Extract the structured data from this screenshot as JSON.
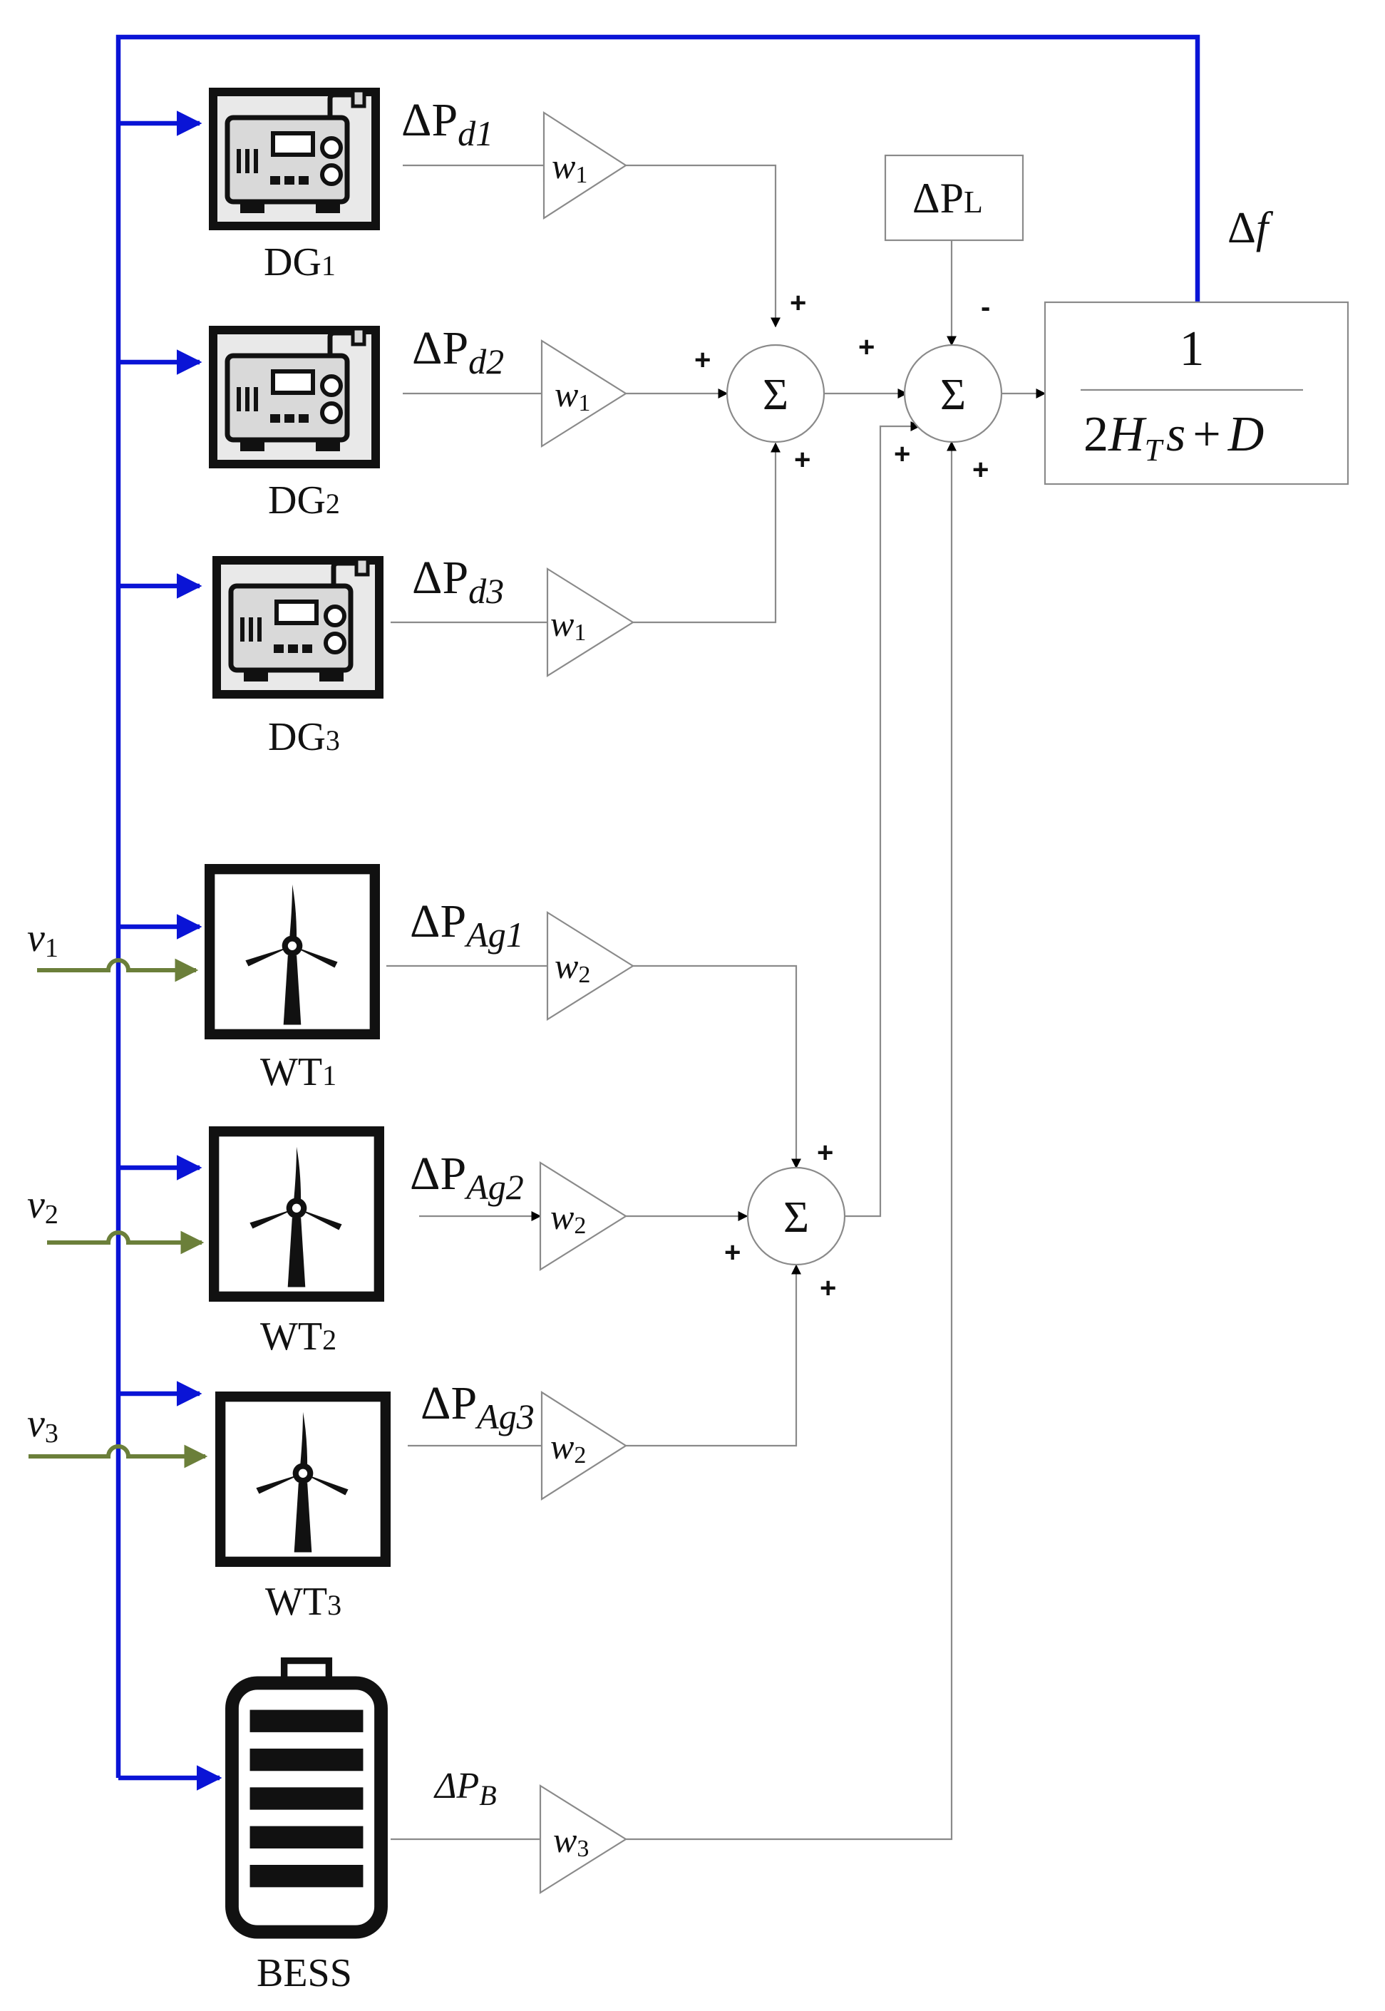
{
  "colors": {
    "feedback_bus": "#0a14d6",
    "wind_input": "#6b7f3a",
    "signal_wire": "#8a8a8a"
  },
  "blocks": {
    "dg1": {
      "label_main": "DG",
      "label_sub": "1",
      "icon": "diesel-generator-icon"
    },
    "dg2": {
      "label_main": "DG",
      "label_sub": "2",
      "icon": "diesel-generator-icon"
    },
    "dg3": {
      "label_main": "DG",
      "label_sub": "3",
      "icon": "diesel-generator-icon"
    },
    "wt1": {
      "label_main": "WT",
      "label_sub": "1",
      "icon": "wind-turbine-icon"
    },
    "wt2": {
      "label_main": "WT",
      "label_sub": "2",
      "icon": "wind-turbine-icon"
    },
    "wt3": {
      "label_main": "WT",
      "label_sub": "3",
      "icon": "wind-turbine-icon"
    },
    "bess": {
      "label": "BESS",
      "icon": "battery-icon"
    }
  },
  "signals": {
    "pd1": {
      "base": "ΔP",
      "sub": "d1"
    },
    "pd2": {
      "base": "ΔP",
      "sub": "d2"
    },
    "pd3": {
      "base": "ΔP",
      "sub": "d3"
    },
    "pag1": {
      "base": "ΔP",
      "sub": "Ag1"
    },
    "pag2": {
      "base": "ΔP",
      "sub": "Ag2"
    },
    "pag3": {
      "base": "ΔP",
      "sub": "Ag3"
    },
    "pb": {
      "base": "ΔP",
      "sub": "B"
    },
    "load": {
      "base": "ΔP",
      "sub": "L"
    },
    "freq": {
      "delta": "Δ",
      "var": "f"
    }
  },
  "gains": {
    "w1": {
      "var": "w",
      "sub": "1"
    },
    "w2": {
      "var": "w",
      "sub": "2"
    },
    "w3": {
      "var": "w",
      "sub": "3"
    }
  },
  "wind_inputs": {
    "v1": {
      "var": "v",
      "sub": "1"
    },
    "v2": {
      "var": "v",
      "sub": "2"
    },
    "v3": {
      "var": "v",
      "sub": "3"
    }
  },
  "summers": {
    "symbol": "Σ",
    "plus": "+",
    "minus": "-"
  },
  "transfer_function": {
    "numerator": "1",
    "denominator": {
      "a": "2",
      "H": "H",
      "H_sub": "T",
      "s": "s",
      "plus": "+",
      "D": "D"
    }
  }
}
